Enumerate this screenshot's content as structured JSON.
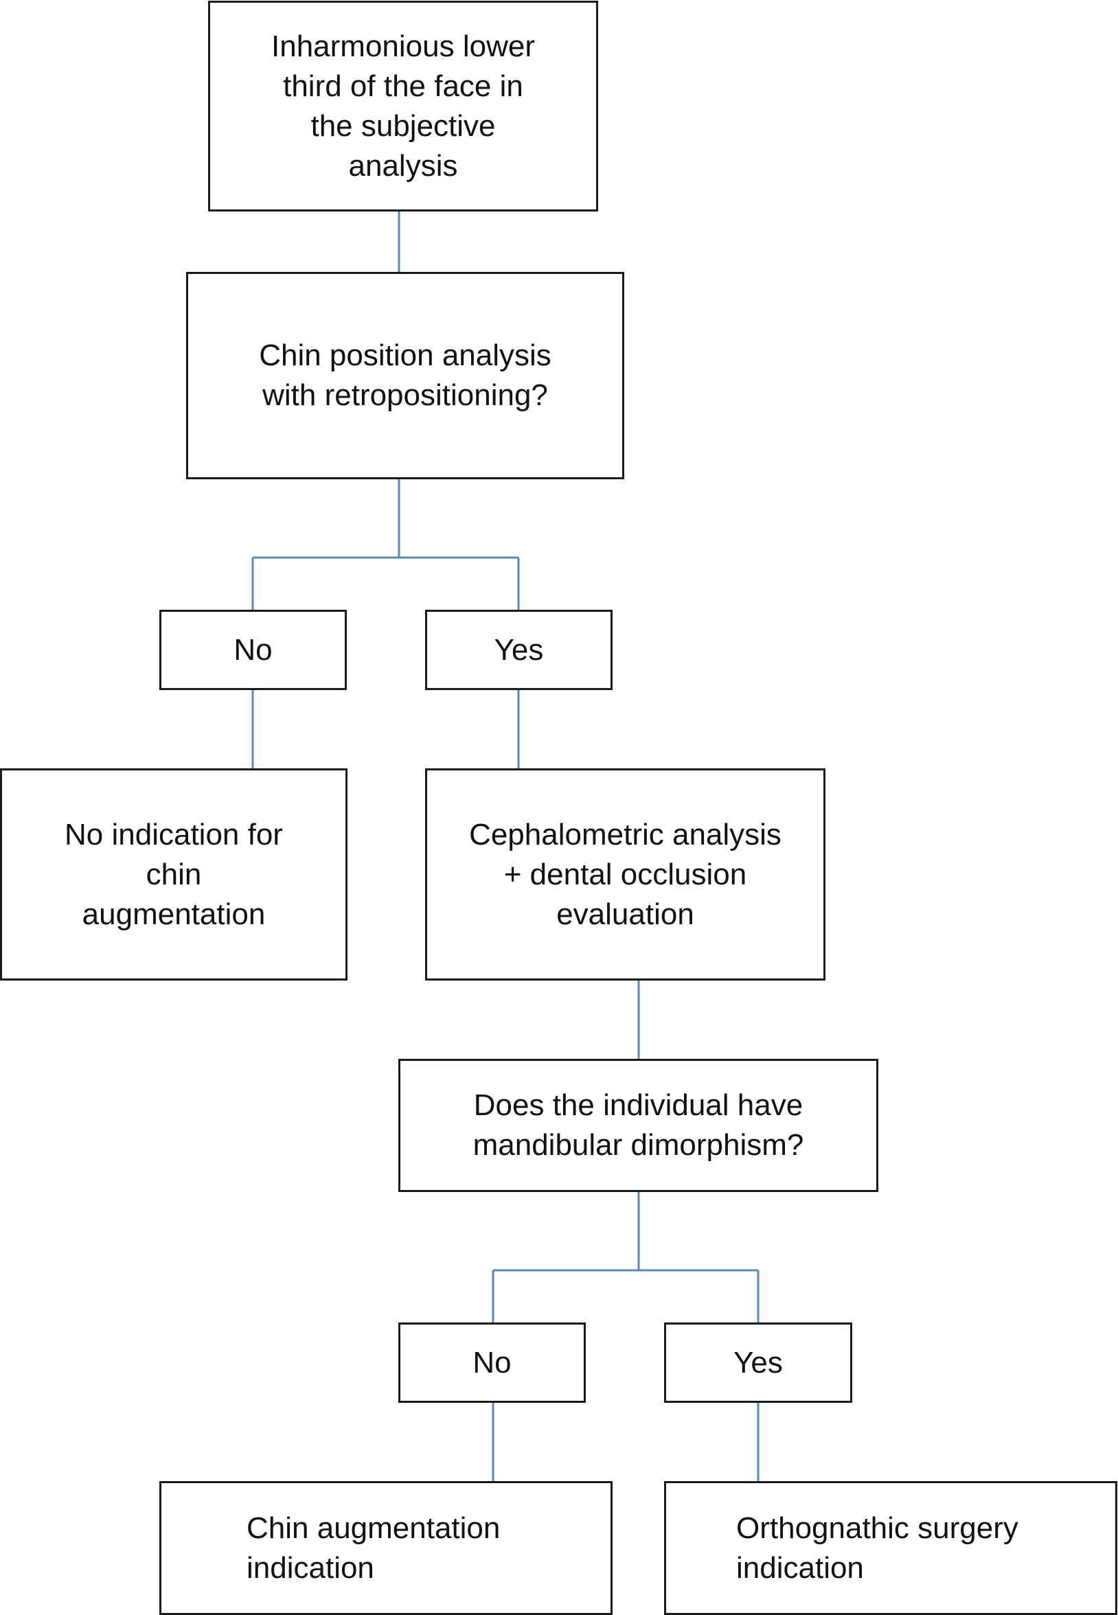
{
  "diagram": {
    "line_color": "#5b86b8",
    "border_color": "#1a1a1a",
    "nodes": {
      "start": "Inharmonious lower\nthird of the face in\nthe subjective\nanalysis",
      "chin_question": "Chin position analysis\nwith retropositioning?",
      "no_1": "No",
      "yes_1": "Yes",
      "no_indication": "No indication for\nchin\naugmentation",
      "cephalometric": "Cephalometric analysis\n+ dental occlusion\nevaluation",
      "dimorphism_question": "Does the individual have\nmandibular dimorphism?",
      "no_2": "No",
      "yes_2": "Yes",
      "chin_augmentation": "Chin augmentation\nindication",
      "orthognathic": "Orthognathic surgery\nindication"
    }
  }
}
